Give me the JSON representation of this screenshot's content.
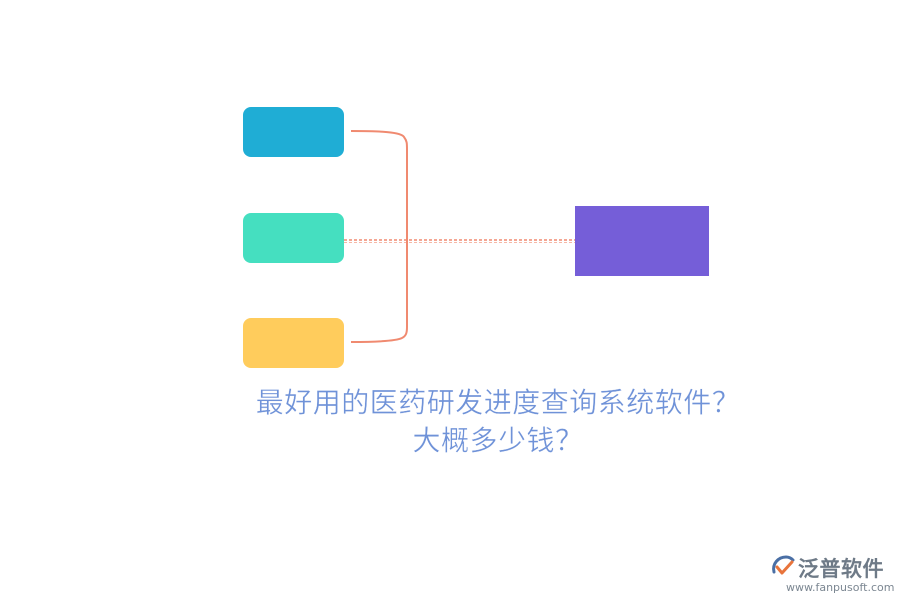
{
  "diagram": {
    "nodes": [
      {
        "id": "left-1",
        "label": "",
        "color": "#1fadd5"
      },
      {
        "id": "left-2",
        "label": "",
        "color": "#45dfc0"
      },
      {
        "id": "left-3",
        "label": "",
        "color": "#ffcc5c"
      },
      {
        "id": "right-1",
        "label": "",
        "color": "#755ed8"
      }
    ],
    "connector_color": "#f08a70",
    "connector_style": "bracket with dashed link to right node"
  },
  "title": {
    "line1": "最好用的医药研发进度查询系统软件？",
    "line2": "大概多少钱？",
    "color": "#6f92d8"
  },
  "logo": {
    "brand": "泛普软件",
    "url": "www.fanpusoft.com",
    "text_color": "#6e7a87",
    "icon_colors": [
      "#e8743b",
      "#4a6fa5"
    ]
  }
}
